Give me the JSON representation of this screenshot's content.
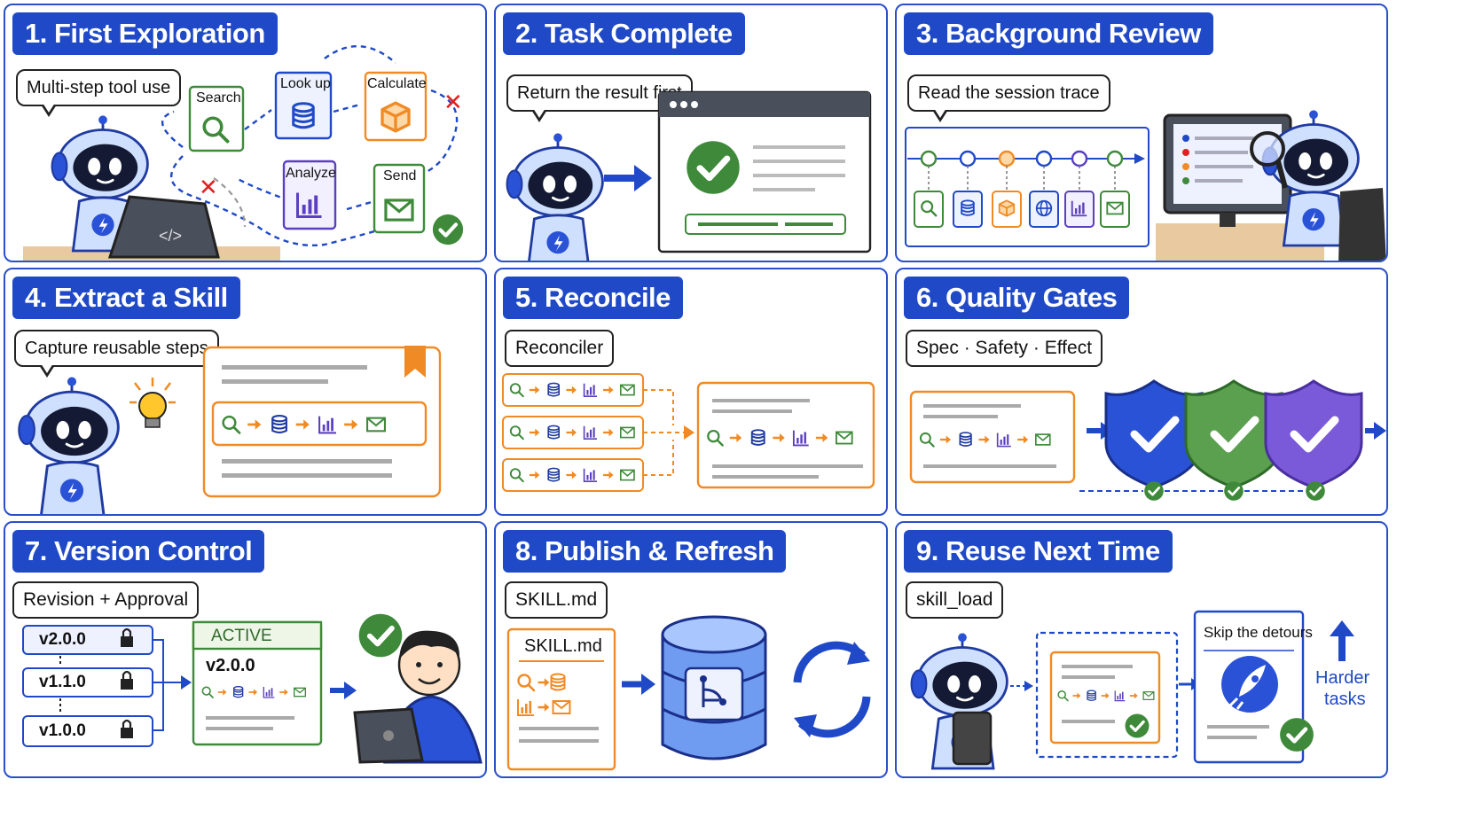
{
  "panels": [
    {
      "title": "1. First Exploration",
      "bubble": "Multi-step tool use",
      "tools": [
        "Search",
        "Look up",
        "Calculate",
        "Analyze",
        "Send"
      ]
    },
    {
      "title": "2. Task Complete",
      "bubble": "Return the result first"
    },
    {
      "title": "3. Background Review",
      "bubble": "Read the session trace"
    },
    {
      "title": "4. Extract a Skill",
      "bubble": "Capture reusable steps"
    },
    {
      "title": "5. Reconcile",
      "tag": "Reconciler"
    },
    {
      "title": "6. Quality Gates",
      "tag": "Spec · Safety · Effect"
    },
    {
      "title": "7. Version Control",
      "tag": "Revision + Approval",
      "versions": [
        "v2.0.0",
        "v1.1.0",
        "v1.0.0"
      ],
      "active_label": "ACTIVE",
      "active_version": "v2.0.0"
    },
    {
      "title": "8. Publish & Refresh",
      "tag": "SKILL.md",
      "doc_title": "SKILL.md"
    },
    {
      "title": "9. Reuse Next Time",
      "tag": "skill_load",
      "card_title": "Skip the detours",
      "harder_line1": "Harder",
      "harder_line2": "tasks"
    }
  ],
  "icons": [
    "search-icon",
    "database-icon",
    "cube-icon",
    "globe-icon",
    "bar-chart-icon",
    "envelope-icon",
    "check-icon",
    "shield-icon",
    "lock-icon",
    "refresh-icon",
    "rocket-icon",
    "bookmark-icon",
    "lightbulb-icon",
    "robot-icon"
  ],
  "colors": {
    "primary": "#1f49c7",
    "green": "#3f8a3a",
    "orange": "#f08a24",
    "purple": "#5a3fc0",
    "red": "#e02020"
  }
}
